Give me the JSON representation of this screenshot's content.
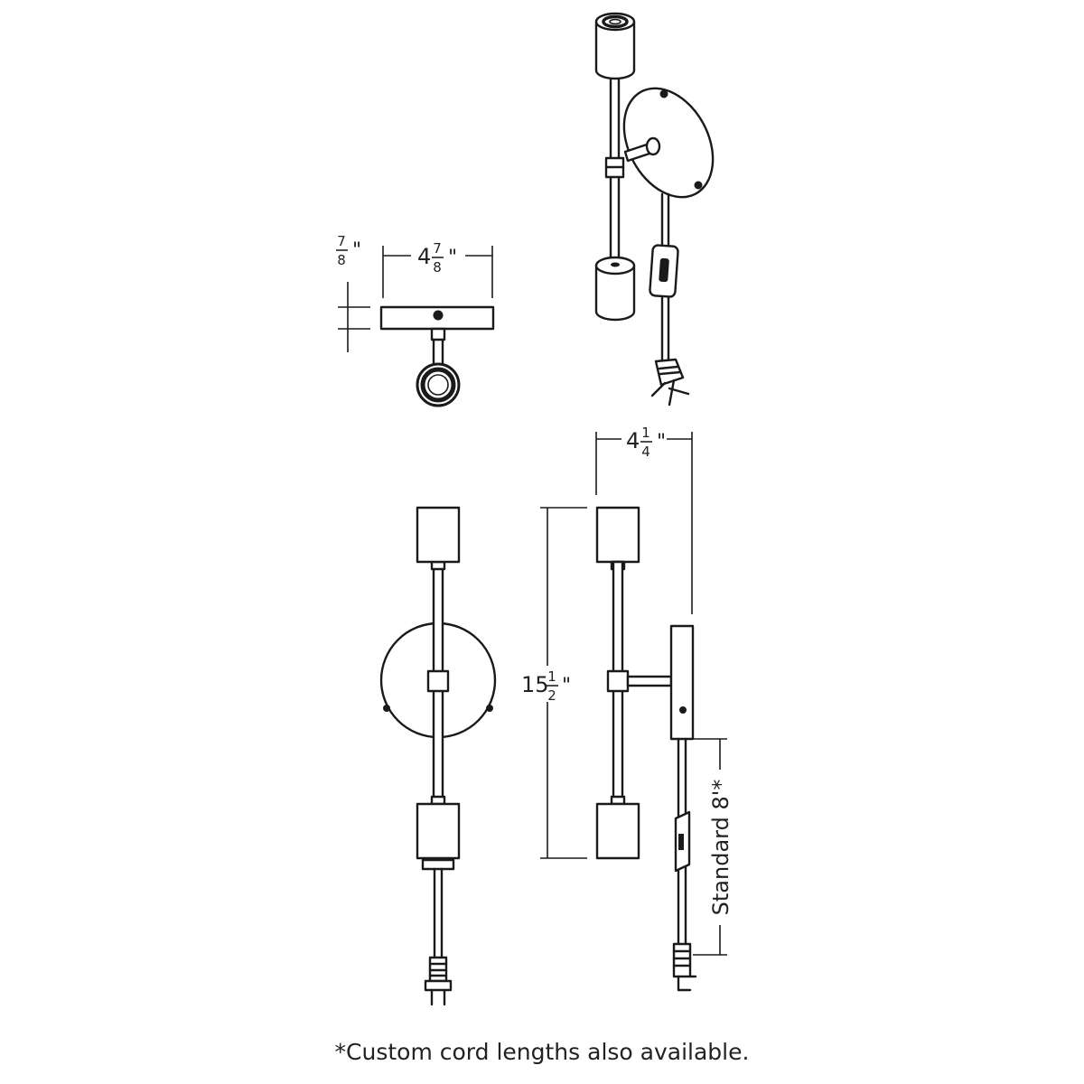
{
  "dimensions": {
    "canopy_depth": {
      "numerator": "7",
      "denominator": "8",
      "unit": "\""
    },
    "canopy_width": {
      "whole": "4",
      "numerator": "7",
      "denominator": "8",
      "unit": "\""
    },
    "projection": {
      "whole": "4",
      "numerator": "1",
      "denominator": "4",
      "unit": "\""
    },
    "height": {
      "whole": "15",
      "numerator": "1",
      "denominator": "2",
      "unit": "\""
    },
    "cord_length": "Standard 8'*"
  },
  "footnote": "*Custom cord lengths also available."
}
